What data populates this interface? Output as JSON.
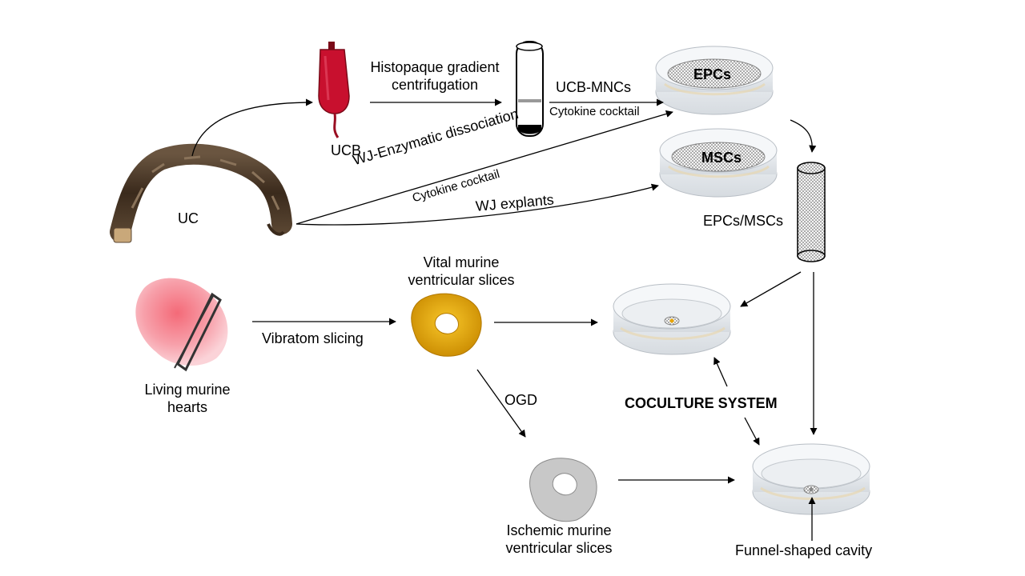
{
  "labels": {
    "uc": "UC",
    "ucb": "UCB",
    "histopaque_line1": "Histopaque gradient",
    "histopaque_line2": "centrifugation",
    "ucb_mncs": "UCB-MNCs",
    "cytokine_cocktail_top": "Cytokine cocktail",
    "epcs": "EPCs",
    "mscs": "MSCs",
    "wj_enzymatic": "WJ-Enzymatic dissociation",
    "cytokine_cocktail_diag": "Cytokine cocktail",
    "wj_explants": "WJ explants",
    "epcs_mscs": "EPCs/MSCs",
    "vital_line1": "Vital murine",
    "vital_line2": "ventricular slices",
    "vibratom": "Vibratom slicing",
    "living_line1": "Living murine",
    "living_line2": "hearts",
    "ogd": "OGD",
    "coculture": "COCULTURE SYSTEM",
    "ischemic_line1": "Ischemic murine",
    "ischemic_line2": "ventricular slices",
    "funnel": "Funnel-shaped cavity"
  },
  "colors": {
    "umbilical_cord": "#4a3a2a",
    "blood_bag": "#c8102e",
    "heart": "#f07c88",
    "vital_slice": "#e8a400",
    "ischemic_slice": "#b5b5b5",
    "dish_wall": "#dfe3e8"
  }
}
